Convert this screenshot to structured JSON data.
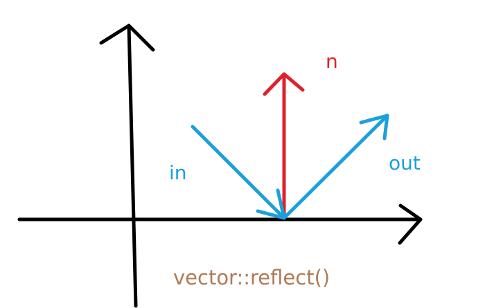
{
  "labels": {
    "normal": "n",
    "incoming": "in",
    "outgoing": "out",
    "caption": "vector::reflect()"
  },
  "colors": {
    "background": "#ffffff",
    "axes": "#000000",
    "normal": "#e0202a",
    "vectors": "#1aa0dc",
    "caption": "#b07a55"
  }
}
